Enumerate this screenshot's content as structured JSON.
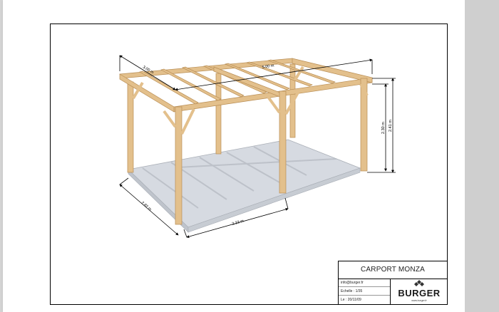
{
  "drawing": {
    "dimensions": {
      "depth_top": "3.00 m",
      "length_top": "5.00 m",
      "height_outer": "2.41 m",
      "height_inner": "2.30 m",
      "depth_bottom": "2.82 m",
      "span_bottom": "2.33 m"
    }
  },
  "title_block": {
    "title": "CARPORT MONZA",
    "email": "info@burger.fr",
    "scale": "Echelle : 1/35",
    "date": "Le : 20/11/09",
    "logo_text": "BURGER",
    "logo_url": "www.burger.fr"
  },
  "colors": {
    "wood": "#e3c08c",
    "wood_dark": "#b98e55",
    "slab": "#d4d8df",
    "slab_edge": "#b9bec6"
  }
}
